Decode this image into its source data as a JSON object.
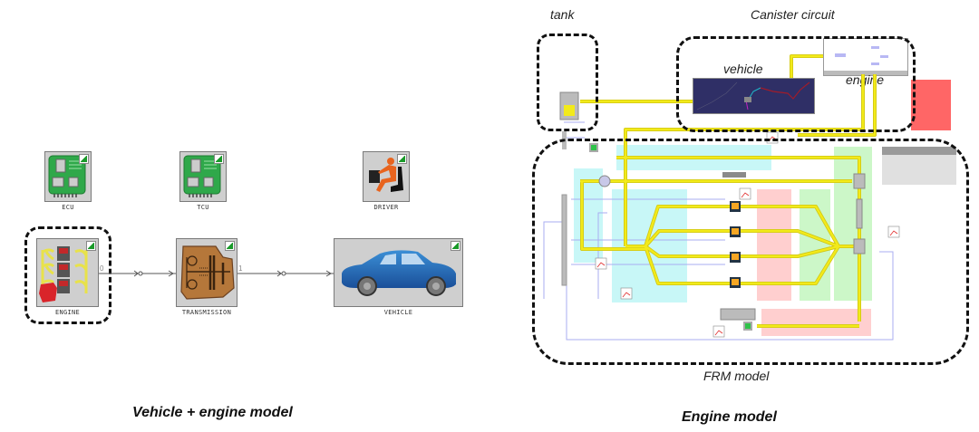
{
  "left_panel": {
    "caption": "Vehicle + engine model",
    "blocks": [
      {
        "id": "ecu",
        "label": "ECU",
        "icon": "circuit-board-icon"
      },
      {
        "id": "tcu",
        "label": "TCU",
        "icon": "circuit-board-icon"
      },
      {
        "id": "driver",
        "label": "DRIVER",
        "icon": "driver-seat-icon"
      },
      {
        "id": "engine",
        "label": "ENGINE",
        "icon": "engine-icon"
      },
      {
        "id": "transmission",
        "label": "TRANSMISSION",
        "icon": "gearbox-icon"
      },
      {
        "id": "vehicle",
        "label": "VEHICLE",
        "icon": "car-icon"
      }
    ],
    "ports": {
      "engine_out": "0",
      "transmission_out": "1"
    }
  },
  "right_panel": {
    "caption": "Engine model",
    "regions": {
      "tank": "tank",
      "canister": "Canister circuit",
      "vehicle": "vehicle",
      "engine": "engine",
      "frm": "FRM model"
    }
  },
  "colors": {
    "pipe": "#f2ea1a",
    "cyan_zone": "#c8f7f7",
    "pink_zone": "#ffcfcf",
    "green_zone": "#ccf7c8",
    "note_red": "#ff6666",
    "signal": "#a9aef0",
    "vehicle_canvas": "#2f2f66"
  }
}
